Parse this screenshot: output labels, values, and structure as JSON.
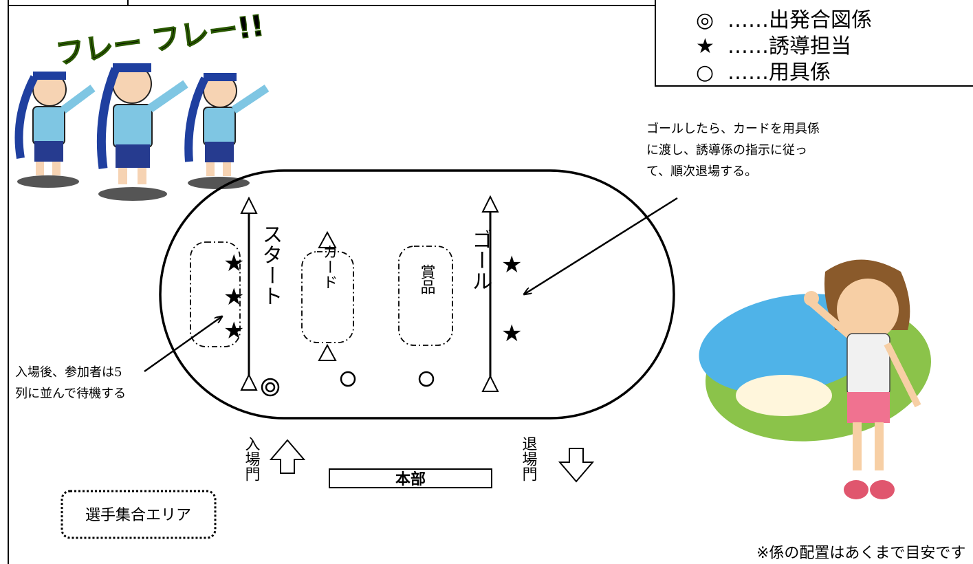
{
  "legend": {
    "items": [
      {
        "symbol": "◎",
        "text": "……出発合図係"
      },
      {
        "symbol": "★",
        "text": "……誘導担当"
      },
      {
        "symbol": "○",
        "text": "……用具係"
      }
    ]
  },
  "cheer": {
    "text": "フレー フレー!!"
  },
  "track": {
    "start_label": "スタート",
    "card_label": "カード",
    "prize_label": "賞品",
    "goal_label": "ゴール"
  },
  "notes": {
    "goal_note": "ゴールしたら、カードを用具係\nに渡し、誘導係の指示に従っ\nて、順次退場する。",
    "entry_note": "入場後、参加者は5\n列に並んで待機する"
  },
  "gates": {
    "entrance_label": "入場門",
    "exit_label": "退場門",
    "hq_label": "本部",
    "assembly_label": "選手集合エリア"
  },
  "footnote": "※係の配置はあくまで目安です"
}
